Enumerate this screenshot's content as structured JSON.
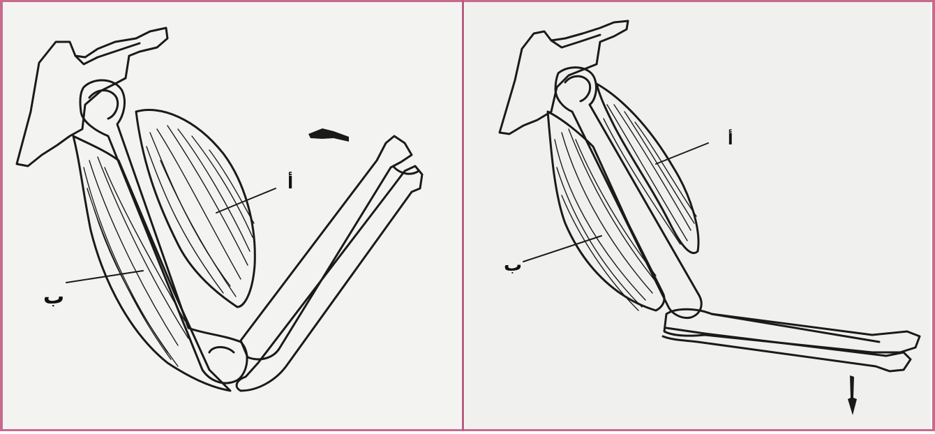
{
  "figure": {
    "panels": [
      {
        "id": "flexed-arm",
        "labels": {
          "a": "أ",
          "b": "ب"
        }
      },
      {
        "id": "extended-arm",
        "labels": {
          "a": "أ",
          "b": "ب"
        }
      }
    ],
    "colors": {
      "border": "#c86a8e",
      "line": "#1a1a1a",
      "paper": "#f3f3f1"
    }
  }
}
